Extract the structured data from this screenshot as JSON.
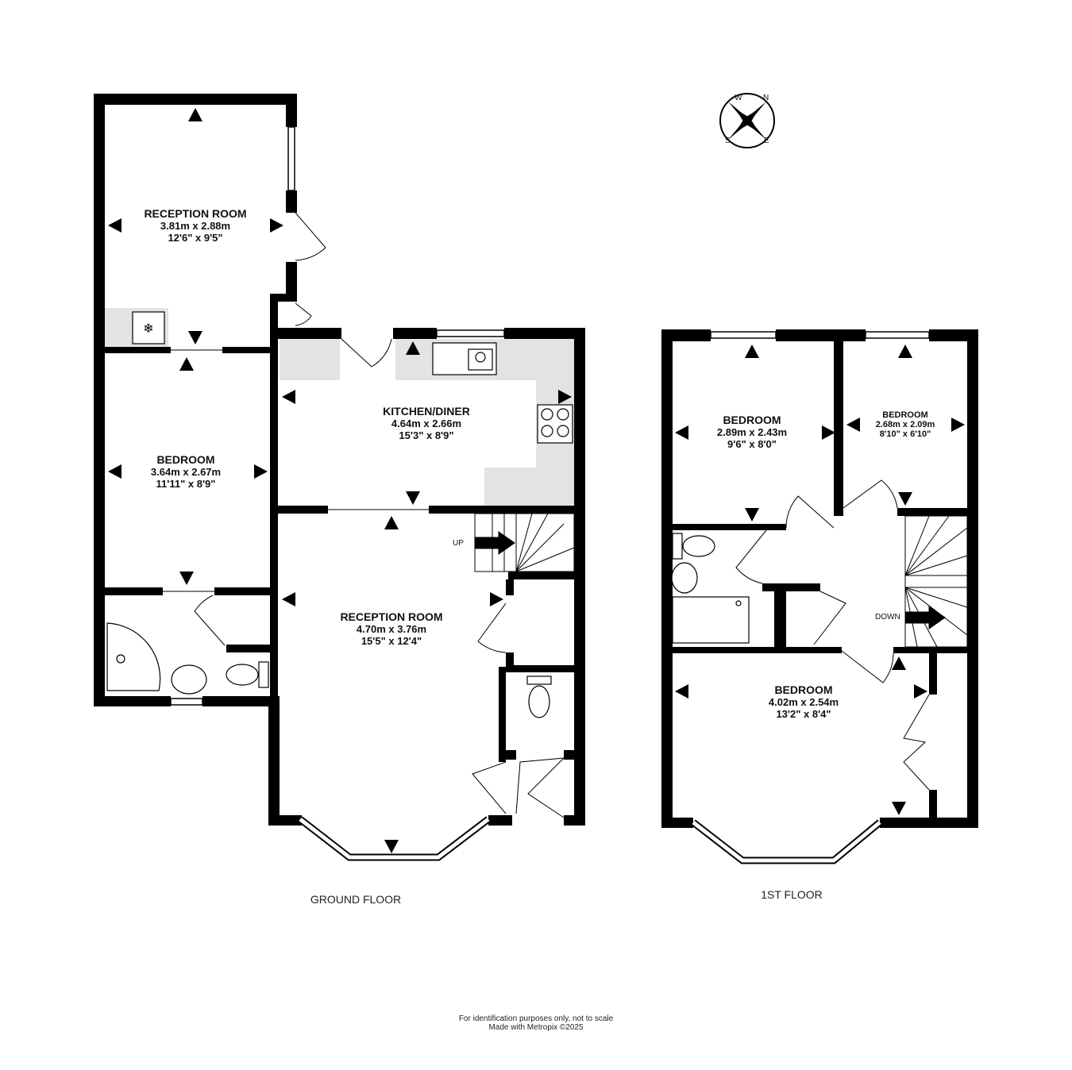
{
  "ground_floor": {
    "caption": "GROUND FLOOR",
    "rooms": [
      {
        "name": "RECEPTION ROOM",
        "metric": "3.81m  x 2.88m",
        "imperial": "12'6\"  x 9'5\""
      },
      {
        "name": "BEDROOM",
        "metric": "3.64m  x 2.67m",
        "imperial": "11'11\"  x 8'9\""
      },
      {
        "name": "KITCHEN/DINER",
        "metric": "4.64m  x 2.66m",
        "imperial": "15'3\"  x 8'9\""
      },
      {
        "name": "RECEPTION ROOM",
        "metric": "4.70m  x 3.76m",
        "imperial": "15'5\"  x 12'4\""
      }
    ],
    "stairs_label": "UP"
  },
  "first_floor": {
    "caption": "1ST FLOOR",
    "rooms": [
      {
        "name": "BEDROOM",
        "metric": "2.89m  x 2.43m",
        "imperial": "9'6\"  x 8'0\""
      },
      {
        "name": "BEDROOM",
        "metric": "2.68m  x 2.09m",
        "imperial": "8'10\"  x 6'10\""
      },
      {
        "name": "BEDROOM",
        "metric": "4.02m  x 2.54m",
        "imperial": "13'2\"  x 8'4\""
      }
    ],
    "stairs_label": "DOWN"
  },
  "compass": {
    "n": "N",
    "e": "E",
    "s": "S",
    "w": "W"
  },
  "footer": {
    "line1": "For identification purposes only, not to scale",
    "line2": "Made with Metropix ©2025"
  },
  "colors": {
    "wall": "#000000",
    "fixture": "#e3e3e3"
  }
}
